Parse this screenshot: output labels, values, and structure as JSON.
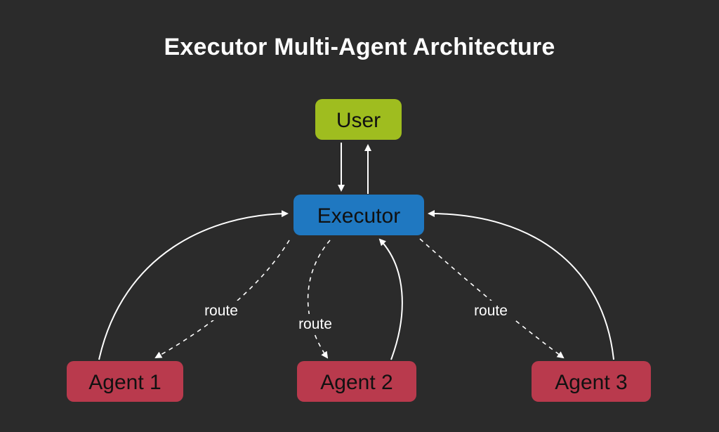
{
  "title": "Executor Multi-Agent Architecture",
  "colors": {
    "background": "#2b2b2b",
    "user": "#9fbd1f",
    "executor": "#1f78c1",
    "agent": "#b93a4d",
    "edge": "#ffffff"
  },
  "nodes": {
    "user": "User",
    "executor": "Executor",
    "agent1": "Agent 1",
    "agent2": "Agent 2",
    "agent3": "Agent 3"
  },
  "edge_labels": {
    "route1": "route",
    "route2": "route",
    "route3": "route"
  }
}
